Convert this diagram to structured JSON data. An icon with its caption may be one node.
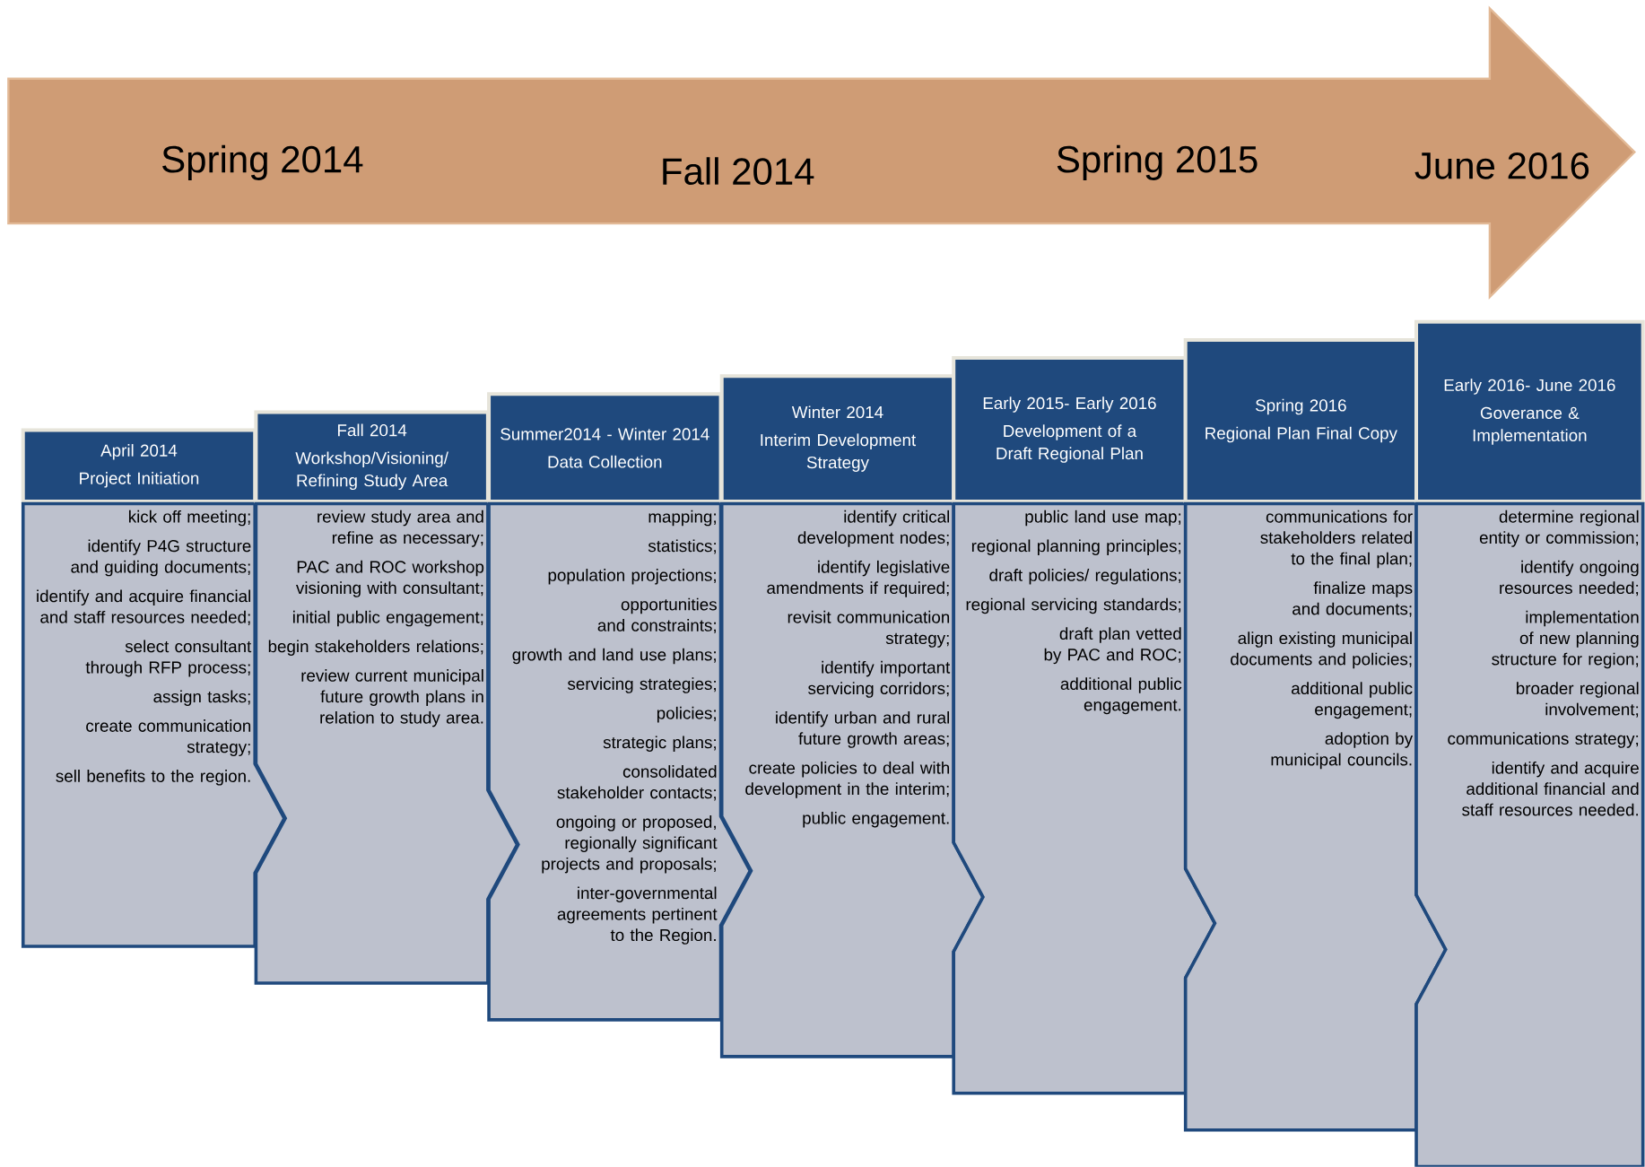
{
  "diagram": {
    "nodes": [
      {
        "text": [
          "Spring 2014",
          "Fall 2014",
          "Spring 2015",
          "June 2016"
        ]
      },
      {
        "text": [
          "April 2014",
          "Project Initiation"
        ]
      },
      {
        "text": [
          "kick off meeting;",
          "identify P4G structure and guiding documents;",
          "identify and acquire financial and staff resources needed;",
          "select consultant through RFP process;",
          "assign tasks;",
          "create communication strategy;",
          "sell benefits to the region."
        ]
      },
      {
        "text": [
          "Fall 2014",
          "Workshop/Visioning/ Refining Study Area"
        ]
      },
      {
        "text": [
          "review study area and refine as necessary;",
          "PAC and ROC workshop visioning with consultant;",
          "initial public engagement;",
          "begin stakeholders relations;",
          "review current municipal future growth plans in relation to study area."
        ]
      },
      {
        "text": [
          "Summer2014 - Winter 2014",
          "Data Collection"
        ]
      },
      {
        "text": [
          "mapping;",
          "statistics;",
          "population projections;",
          "opportunities and constraints;",
          "growth and land use plans;",
          "servicing strategies;",
          "policies;",
          "strategic plans;",
          "consolidated stakeholder contacts;",
          "ongoing or proposed, regionally significant projects and proposals;",
          "inter-governmental agreements pertinent to the Region."
        ]
      },
      {
        "text": [
          "Winter 2014",
          "Interim Development Strategy"
        ]
      },
      {
        "text": [
          "identify critical development nodes;",
          "identify legislative amendments if required;",
          "revisit communication strategy;",
          "identify important servicing corridors;",
          "identify urban and rural future growth areas;",
          "create policies to deal with development in the interim;",
          "public engagement."
        ]
      },
      {
        "text": [
          "Early 2015- Early 2016",
          "Development of a Draft Regional Plan"
        ]
      },
      {
        "text": [
          "public land use map;",
          "regional planning principles;",
          "draft policies/ regulations;",
          "regional servicing standards;",
          "draft plan vetted by PAC and ROC;",
          "additional public engagement."
        ]
      },
      {
        "text": [
          "Spring 2016",
          "Regional Plan Final Copy"
        ]
      },
      {
        "text": [
          "communications for stakeholders related to the final plan;",
          "finalize maps and documents;",
          "align existing municipal documents and policies;",
          "additional public engagement;",
          "adoption by municipal councils."
        ]
      },
      {
        "text": [
          "Early 2016- June 2016",
          "Goverance & Implementation"
        ]
      },
      {
        "text": [
          "determine regional entity or commission;",
          "identify ongoing resources needed;",
          "implementation of new planning structure for region;",
          "broader regional involvement;",
          "communications strategy;",
          "identify and acquire additional financial and staff resources needed."
        ]
      }
    ]
  }
}
